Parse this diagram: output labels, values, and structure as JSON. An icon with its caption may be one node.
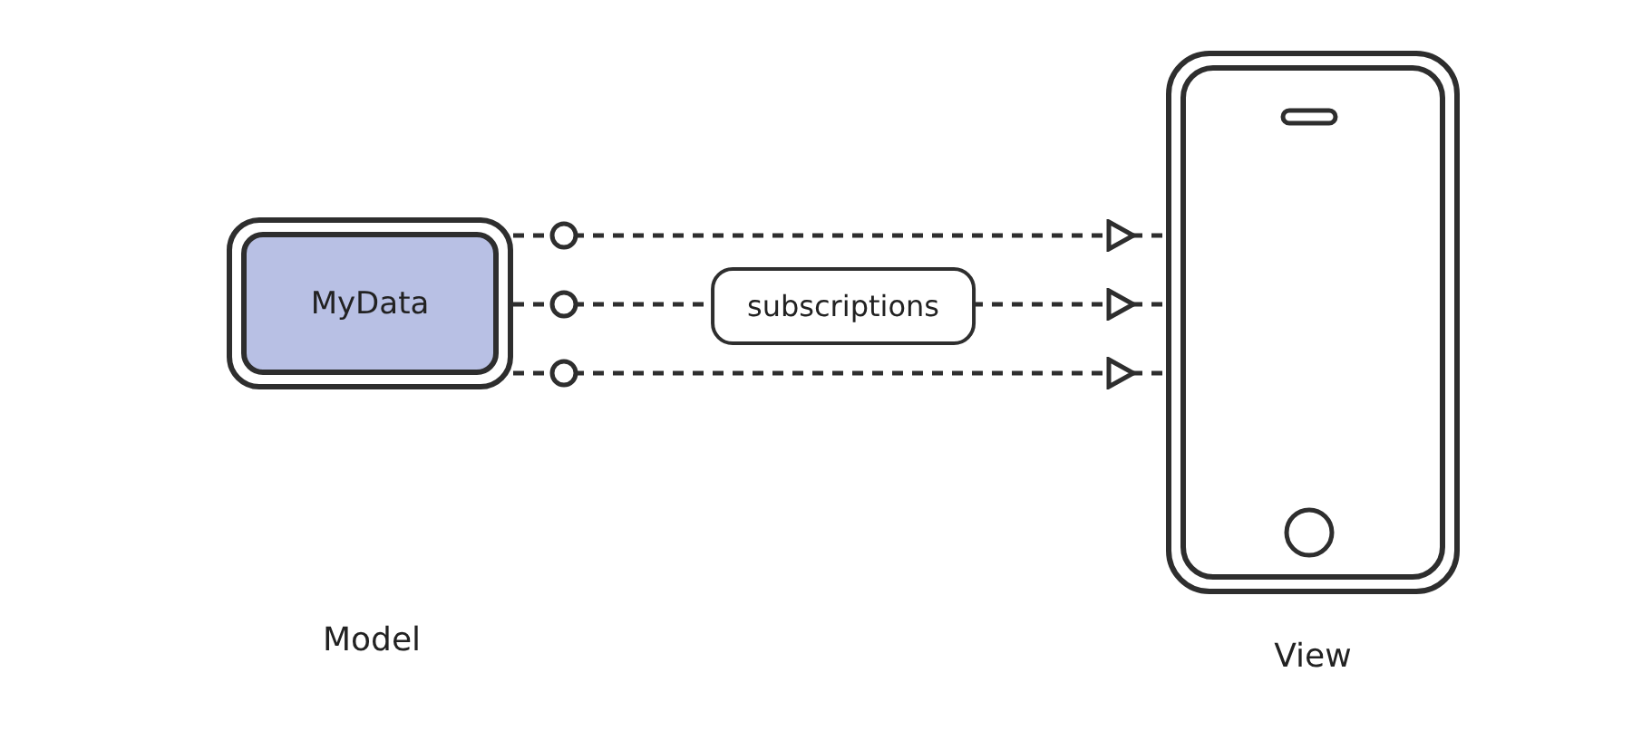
{
  "diagram": {
    "nodes": [
      {
        "text": [
          "MyData"
        ]
      },
      {
        "text": [],
        "shape": "phone"
      }
    ],
    "labels": [
      "Model",
      "View"
    ],
    "edges": [
      {
        "from": 0,
        "to": 1,
        "arrow": "to",
        "style": "dashed"
      },
      {
        "from": 0,
        "to": 1,
        "arrow": "to",
        "style": "dashed",
        "label": "subscriptions"
      },
      {
        "from": 0,
        "to": 1,
        "arrow": "to",
        "style": "dashed"
      }
    ]
  }
}
